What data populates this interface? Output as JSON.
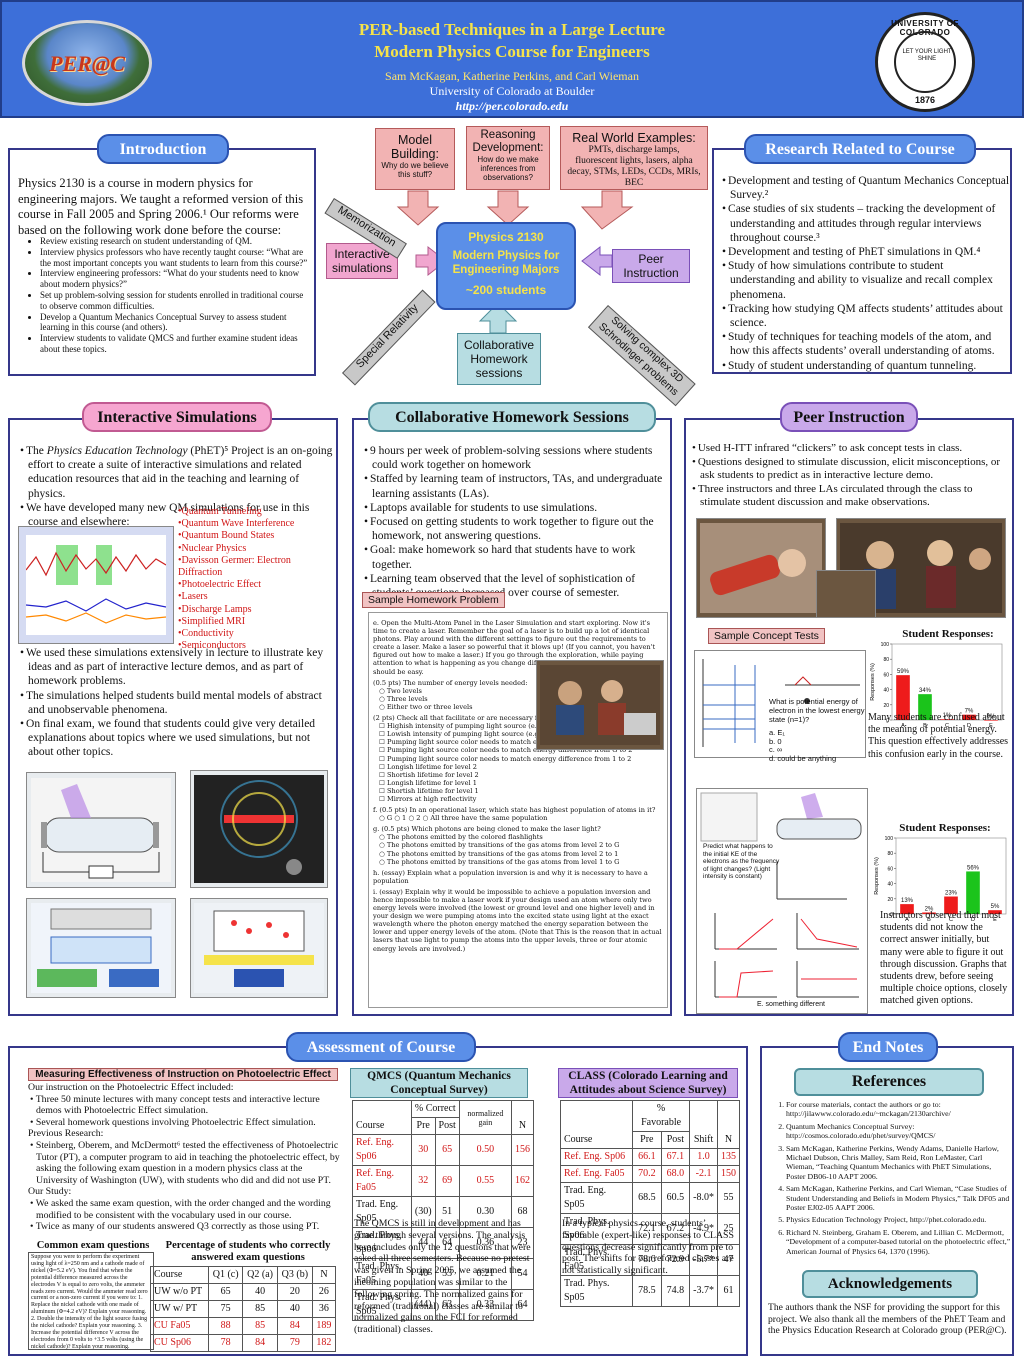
{
  "header": {
    "logo_text": "PER@C",
    "title_line1": "PER-based Techniques in a Large Lecture",
    "title_line2": "Modern Physics Course for Engineers",
    "authors": "Sam McKagan, Katherine Perkins, and Carl Wieman",
    "university": "University of Colorado at Boulder",
    "url": "http://per.colorado.edu",
    "seal_top": "UNIVERSITY OF COLORADO",
    "seal_motto": "LET YOUR LIGHT SHINE",
    "seal_year": "1876"
  },
  "introduction": {
    "heading": "Introduction",
    "paragraph": "Physics 2130 is a course in modern physics for engineering majors.  We taught a reformed version of this course in Fall 2005 and Spring 2006.¹  Our reforms were based on the following work done before the course:",
    "items": [
      "Review existing research on student understanding of QM.",
      "Interview physics professors who have recently taught course: “What are the most important concepts you want students to learn from this course?”",
      "Interview engineering professors: “What do your students need to know about modern physics?”",
      "Set up problem-solving session for students enrolled in traditional course to observe common difficulties.",
      "Develop a Quantum Mechanics Conceptual Survey to assess student learning in this course (and others).",
      "Interview students to validate QMCS and further examine student ideas about these topics."
    ]
  },
  "diagram": {
    "model_title": "Model Building:",
    "model_sub": "Why do we believe this stuff?",
    "reasoning_title": "Reasoning Development:",
    "reasoning_sub": "How do we make inferences from observations?",
    "realworld_title": "Real World Examples:",
    "realworld_sub": "PMTs, discharge lamps, fluorescent lights, lasers, alpha decay, STMs, LEDs, CCDs, MRIs, BEC",
    "center_line1": "Physics 2130",
    "center_line2": "Modern Physics for Engineering Majors",
    "center_line3": "~200 students",
    "interactive": "Interactive simulations",
    "peer": "Peer Instruction",
    "collab": "Collaborative Homework sessions",
    "memorization": "Memorization",
    "special_relativity": "Special Relativity",
    "schrodinger": "Solving complex 3D Schrodinger problems"
  },
  "research": {
    "heading": "Research Related to Course",
    "items": [
      "Development and testing of Quantum Mechanics Conceptual Survey.²",
      "Case studies of six students – tracking the development of understanding and attitudes through regular interviews throughout course.³",
      "Development and testing of PhET simulations in QM.⁴",
      "Study of how simulations contribute to student understanding and ability to visualize and recall complex phenomena.",
      "Tracking how studying QM affects students’ attitudes about science.",
      "Study of techniques for teaching models of the atom, and how this affects students’ overall understanding of atoms.",
      "Study of student understanding of quantum tunneling."
    ]
  },
  "interactive_sims": {
    "heading": "Interactive Simulations",
    "item1_pre": "The ",
    "item1_em": "Physics Education Technology",
    "item1_post": " (PhET)⁵ Project is an on-going effort to create a suite of interactive simulations and related education resources that aid in the teaching and learning of physics.",
    "item2": "We have developed many new QM simulations for use in this course and elsewhere:",
    "sims": [
      "•Quantum Tunneling",
      "•Quantum Wave Interference",
      "•Quantum Bound States",
      "•Nuclear Physics",
      "•Davisson Germer: Electron Diffraction",
      "•Photoelectric Effect",
      "•Lasers",
      "•Discharge Lamps",
      "•Simplified MRI",
      "•Conductivity",
      "•Semiconductors"
    ],
    "items2": [
      "We used these simulations extensively in lecture to illustrate key ideas and as part of interactive lecture demos, and as part of homework problems.",
      "The simulations helped students build mental models of abstract and unobservable phenomena.",
      "On final exam, we found that students could give very detailed explanations about topics where we used simulations, but not about other topics."
    ]
  },
  "collab_hw": {
    "heading": "Collaborative Homework Sessions",
    "items": [
      "9 hours per week of problem-solving sessions where students could work together on homework",
      "Staffed by learning team of instructors, TAs, and undergraduate learning assistants (LAs).",
      "Laptops available for students to use simulations.",
      "Focused on getting students to work together to figure out the homework, not answering questions.",
      "Goal: make homework so hard that students have to work together.",
      "Learning team observed that the level of sophistication of students’ questions increased over course of semester."
    ],
    "sample_label": "Sample Homework Problem",
    "problem_text": [
      "e. Open the Multi-Atom Panel in the Laser Simulation and start exploring. Now it's time to create a laser. Remember the goal of a laser is to build up a lot of identical photons. Play around with the different settings to figure out the requirements to create a laser. Make a laser so powerful that it blows up! (If you cannot, you haven't figured out how to make a laser.) If you go through the exploration, while paying attention to what is happening as you change different things, the questions below should be easy.",
      "(0.5 pts) The number of energy levels needed:",
      "○ Two levels",
      "○ Three levels",
      "○ Either two or three levels",
      "(2 pts) Check all that facilitate or are necessary for making a laser:",
      "☐ Highish intensity of pumping light source (e.g. the colored flashlights)",
      "☐ Lowish intensity of pumping light source (e.g. the colored flashlights)",
      "☐ Pumping light source color needs to match energy difference from G to 1",
      "☐ Pumping light source color needs to match energy difference from G to 2",
      "☐ Pumping light source color needs to match energy difference from 1 to 2",
      "☐ Longish lifetime for level 2",
      "☐ Shortish lifetime for level 2",
      "☐ Longish lifetime for level 1",
      "☐ Shortish lifetime for level 1",
      "☐ Mirrors at high reflectivity",
      "f. (0.5 pts) In an operational laser, which state has highest population of atoms in it?",
      "○ G   ○ 1   ○ 2   ○ All three have the same population",
      "g. (0.5 pts) Which photons are being cloned to make the laser light?",
      "○ The photons emitted by the colored flashlights",
      "○ The photons emitted by transitions of the gas atoms from level 2 to G",
      "○ The photons emitted by transitions of the gas atoms from level 2 to 1",
      "○ The photons emitted by transitions of the gas atoms from level 1 to G",
      "h. (essay) Explain what a population inversion is and why it is necessary to have a population",
      "i. (essay) Explain why it would be impossible to achieve a population inversion and hence impossible to make a laser work if your design used an atom where only two energy levels were involved (the lowest or ground level and one higher level) and in your design we were pumping atoms into the excited state using light at the exact wavelength where the photon energy matched the energy separation between the lower and upper energy levels of the atom. (Note that This is the reason that in actual lasers that use light to pump the atoms into the upper levels, three or four atomic energy levels are involved.)"
    ]
  },
  "peer_instruction": {
    "heading": "Peer Instruction",
    "items": [
      "Used H-ITT infrared “clickers” to ask concept tests in class.",
      "Questions designed to stimulate discussion, elicit misconceptions, or ask students to predict as in interactive lecture demo.",
      "Three instructors and three LAs circulated through the class to stimulate student discussion and make observations."
    ],
    "sample_label": "Sample Concept Tests",
    "responses_title1": "Student Responses:",
    "responses_title2": "Student Responses:",
    "chart1_caption": "Many students are confused about the meaning of potential energy. This question effectively addresses this confusion early in the course.",
    "chart2_caption": "Instructors observed that most students did not know the correct answer initially, but many were able to figure it out through discussion.  Graphs that students drew, before seeing multiple choice options, closely matched given options.",
    "concept1_text": "What is potential energy of electron in the lowest energy state (n=1)?",
    "concept1_options": [
      "a. E₁",
      "b. 0",
      "c. ∞",
      "d. could be anything"
    ],
    "concept2_text": "Predict what happens to the initial KE of the electrons as the frequency of light changes? (Light intensity is constant)",
    "concept2_foot": "E. something different"
  },
  "chart_data": [
    {
      "type": "bar",
      "title": "Student Responses:",
      "categories": [
        "A",
        "B",
        "C",
        "D",
        "E"
      ],
      "values": [
        59,
        34,
        1,
        7,
        0
      ],
      "ylabel": "Responses (%)",
      "ylim": [
        0,
        100
      ],
      "colors": [
        "#ee1b1b",
        "#1bc41b",
        "#ee1b1b",
        "#ee1b1b",
        "#ee1b1b"
      ]
    },
    {
      "type": "bar",
      "title": "Student Responses:",
      "categories": [
        "A",
        "B",
        "C",
        "D",
        "E"
      ],
      "values": [
        13,
        2,
        23,
        56,
        5
      ],
      "ylabel": "Responses (%)",
      "ylim": [
        0,
        100
      ],
      "colors": [
        "#ee1b1b",
        "#ee1b1b",
        "#ee1b1b",
        "#1bc41b",
        "#ee1b1b"
      ]
    }
  ],
  "assessment": {
    "heading": "Assessment of Course",
    "photo_heading": "Measuring Effectiveness of Instruction on Photoelectric Effect",
    "photo_text": [
      "Our instruction on the Photoelectric Effect included:",
      "• Three 50 minute lectures with many concept tests and interactive lecture demos with Photoelectric Effect simulation.",
      "• Several homework questions involving Photoelectric Effect simulation.",
      "Previous Research:",
      "• Steinberg, Oberem, and McDermott⁶ tested the effectiveness of Photoelectric Tutor (PT), a computer program to aid in teaching the photoelectric effect, by asking the following exam question in a modern physics class at the University of Washington (UW), with students who did and did not use PT.",
      "Our Study:",
      "•  We asked the same exam question, with the order changed and the wording modified to be consistent with the vocabulary used in our course.",
      "• Twice as many of our students answered Q3 correctly as those using PT."
    ],
    "exam_heading": "Common exam questions",
    "exam_text": "Suppose you were to perform the experiment using light of λ=250 nm and a cathode made of nickel (Φ=5.2 eV). You find that when the potential difference measured across the electrodes V is equal to zero volts, the ammeter reads zero current. Would the ammeter read zero current or a non-zero current if you were to: 1. Replace the nickel cathode with one made of aluminum (Φ=4.2 eV)? Explain your reasoning. 2. Double the intensity of the light source fusing the nickel cathode? Explain your reasoning. 3. Increase the potential difference V across the electrodes from 0 volts to +3.5 volts (using the nickel cathode)? Explain your reasoning.",
    "pct_heading": "Percentage of students who correctly answered exam questions",
    "pct_headers": [
      "Course",
      "Q1 (c)",
      "Q2 (a)",
      "Q3 (b)",
      "N"
    ],
    "pct_rows": [
      {
        "cells": [
          "UW w/o PT",
          "65",
          "40",
          "20",
          "26"
        ],
        "red": false
      },
      {
        "cells": [
          "UW w/ PT",
          "75",
          "85",
          "40",
          "36"
        ],
        "red": false
      },
      {
        "cells": [
          "CU Fa05",
          "88",
          "85",
          "84",
          "189"
        ],
        "red": true
      },
      {
        "cells": [
          "CU Sp06",
          "78",
          "84",
          "79",
          "182"
        ],
        "red": true
      }
    ],
    "qmcs_title": "QMCS (Quantum Mechanics Conceptual Survey)",
    "qmcs_head_group": "% Correct",
    "qmcs_head_norm": "normalized gain",
    "qmcs_head_course": "Course",
    "qmcs_head_pre": "Pre",
    "qmcs_head_post": "Post",
    "qmcs_head_n": "N",
    "qmcs_rows": [
      {
        "cells": [
          "Ref. Eng. Sp06",
          "30",
          "65",
          "0.50",
          "156"
        ],
        "red": true
      },
      {
        "cells": [
          "Ref. Eng. Fa05",
          "32",
          "69",
          "0.55",
          "162"
        ],
        "red": true
      },
      {
        "cells": [
          "Trad. Eng. Sp05",
          "(30)",
          "51",
          "0.30",
          "68"
        ],
        "red": false
      },
      {
        "cells": [
          "Trad. Phys. Sp06",
          "44",
          "64",
          "0.36",
          "23"
        ],
        "red": false
      },
      {
        "cells": [
          "Trad. Phys. Fa05",
          "40",
          "53",
          "0.21",
          "54"
        ],
        "red": false
      },
      {
        "cells": [
          "Trad. Phys. Sp05",
          "(44)",
          "63",
          "0.33",
          "64"
        ],
        "red": false
      }
    ],
    "qmcs_text": "The QMCS is still in development and has gone through several versions.  The analysis here includes only the 12 questions that were asked all three semesters.  Because no pretest was given in Spring 2005, we assumed the incoming population was similar to the following spring.  The normalized gains for reformed (traditional) classes are similar to normalized gains on the FCI for reformed (traditional) classes.",
    "class_title": "CLASS (Colorado Learning and Attitudes about Science Survey)",
    "class_head_group": "% Favorable",
    "class_head_course": "Course",
    "class_head_pre": "Pre",
    "class_head_post": "Post",
    "class_head_shift": "Shift",
    "class_head_n": "N",
    "class_rows": [
      {
        "cells": [
          "Ref. Eng. Sp06",
          "66.1",
          "67.1",
          "1.0",
          "135"
        ],
        "red": true
      },
      {
        "cells": [
          "Ref. Eng. Fa05",
          "70.2",
          "68.0",
          "-2.1",
          "150"
        ],
        "red": true
      },
      {
        "cells": [
          "Trad. Eng. Sp05",
          "68.5",
          "60.5",
          "-8.0*",
          "55"
        ],
        "red": false
      },
      {
        "cells": [
          "Trad. Phys. Sp06",
          "72.1",
          "67.2",
          "-4.9*",
          "25"
        ],
        "red": false
      },
      {
        "cells": [
          "Trad. Phys. Fa05",
          "78.6",
          "72.9",
          "-5.7*",
          "47"
        ],
        "red": false
      },
      {
        "cells": [
          "Trad. Phys. Sp05",
          "78.5",
          "74.8",
          "-3.7*",
          "61"
        ],
        "red": false
      }
    ],
    "class_text": "In a typical physics course, students’ favorable (expert-like) responses to CLASS questions decrease significantly from pre to post.  The shifts for our reformed classes are not statistically significant."
  },
  "endnotes": {
    "heading": "End Notes",
    "references_heading": "References",
    "references": [
      "For course materials, contact the authors or go to: http://jilawww.colorado.edu/~mckagan/2130archive/",
      "Quantum Mechanics Conceptual Survey: http://cosmos.colorado.edu/phet/survey/QMCS/",
      "Sam McKagan, Katherine Perkins, Wendy Adams, Danielle Harlow, Michael Dubson, Chris Malley, Sam Reid, Ron LeMaster, Carl Wieman, “Teaching Quantum Mechanics with PhET Simulations, Poster DB06-10 AAPT 2006.",
      "Sam McKagan, Katherine Perkins, and Carl Wieman, “Case Studies of Student Understanding and Beliefs in Modern Physics,” Talk DF05 and Poster EJ02-05 AAPT 2006.",
      "Physics Education Technology Project, http://phet.colorado.edu.",
      "Richard N. Steinberg, Graham E. Oberem, and Lillian C. McDermott, “Development of a computer-based tutorial on the photoelectric effect,” American Journal of Physics 64, 1370 (1996)."
    ],
    "ack_heading": "Acknowledgements",
    "ack_text": "The authors thank the NSF for providing the support for this project. We also thank all the members of the PhET Team and the Physics Education Research at Colorado group (PER@C)."
  },
  "colors": {
    "header_bg": "#3d6fd9",
    "title_yellow": "#f5e34a",
    "panel_border": "#35378a",
    "accent_red": "#d01616",
    "bar_green": "#1bc41b",
    "bar_red": "#ee1b1b"
  }
}
